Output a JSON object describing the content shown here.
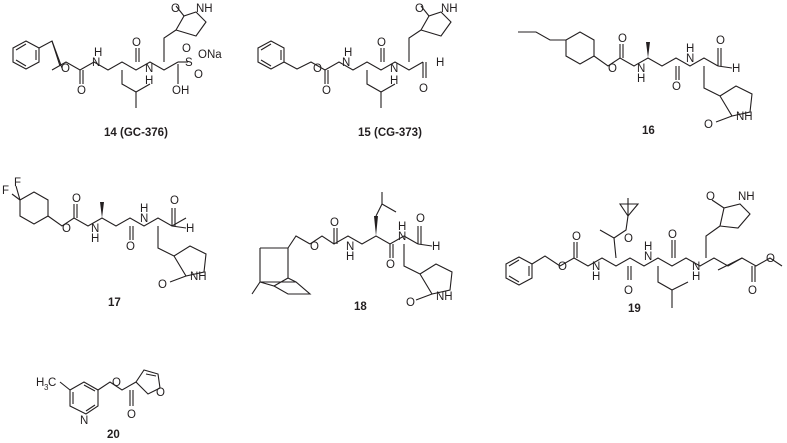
{
  "figure": {
    "description": "Chemical structures of protease inhibitors / compounds 14-20",
    "compounds": [
      {
        "id": "14",
        "label": "14 (GC-376)",
        "atoms": [
          "O",
          "NH",
          "H",
          "N",
          "O",
          "H",
          "N",
          "S",
          "O",
          "O",
          "ONa",
          "OH",
          "O"
        ]
      },
      {
        "id": "15",
        "label": "15 (CG-373)",
        "atoms": [
          "O",
          "NH",
          "H",
          "N",
          "O",
          "H",
          "N",
          "O",
          "H",
          "O"
        ]
      },
      {
        "id": "16",
        "label": "16",
        "atoms": [
          "O",
          "O",
          "N",
          "H",
          "O",
          "H",
          "N",
          "O",
          "H",
          "O",
          "NH"
        ]
      },
      {
        "id": "17",
        "label": "17",
        "atoms": [
          "F",
          "F",
          "O",
          "O",
          "N",
          "H",
          "O",
          "H",
          "N",
          "O",
          "H",
          "O",
          "NH"
        ]
      },
      {
        "id": "18",
        "label": "18",
        "atoms": [
          "O",
          "O",
          "N",
          "H",
          "O",
          "H",
          "N",
          "O",
          "H",
          "O",
          "NH"
        ]
      },
      {
        "id": "19",
        "label": "19",
        "atoms": [
          "O",
          "O",
          "N",
          "H",
          "O",
          "O",
          "H",
          "N",
          "O",
          "N",
          "H",
          "O",
          "NH",
          "O",
          "O"
        ]
      },
      {
        "id": "20",
        "label": "20",
        "atoms": [
          "H3C",
          "N",
          "O",
          "O",
          "O"
        ]
      }
    ]
  }
}
